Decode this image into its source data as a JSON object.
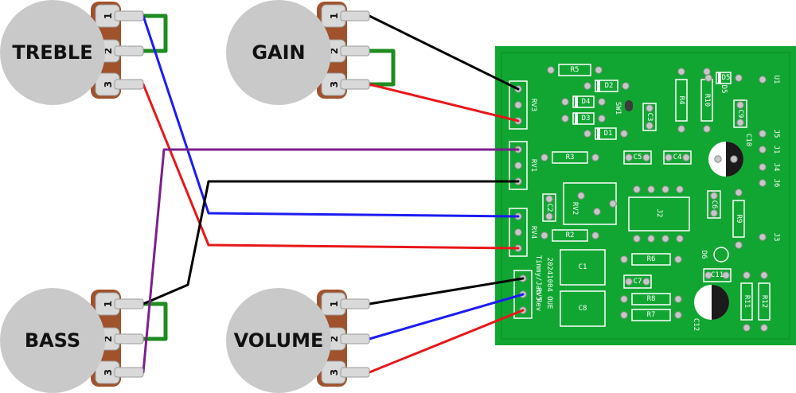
{
  "colors": {
    "pcb": "#11a632",
    "pcb_edge": "#0c8a27",
    "trace_white": "#ffffff",
    "pad": "#c7c7c7",
    "pot_body": "#c9c9c9",
    "pot_brown": "#a0522d",
    "lug": "#d9d9d9",
    "jumper": "#1e8c1e",
    "wire_black": "#000000",
    "wire_red": "#e8171a",
    "wire_blue": "#1c1cf2",
    "wire_purple": "#7b1f8c"
  },
  "pots": [
    {
      "id": "treble",
      "label": "TREBLE",
      "pins": [
        "1",
        "2",
        "3"
      ]
    },
    {
      "id": "gain",
      "label": "GAIN",
      "pins": [
        "1",
        "2",
        "3"
      ]
    },
    {
      "id": "bass",
      "label": "BASS",
      "pins": [
        "1",
        "2",
        "3"
      ]
    },
    {
      "id": "volume",
      "label": "VOLUME",
      "pins": [
        "1",
        "2",
        "3"
      ]
    }
  ],
  "pcb": {
    "connectors": [
      "RV3",
      "RV1",
      "RV4",
      "RV5"
    ],
    "resistors": [
      "R5",
      "R4",
      "R10",
      "R3",
      "R2",
      "R6",
      "R8",
      "R7",
      "R9",
      "R11",
      "R12"
    ],
    "capacitors": [
      "C3",
      "C9",
      "C10",
      "C5",
      "C4",
      "C2",
      "C6",
      "C1",
      "C7",
      "C8",
      "C11",
      "C12"
    ],
    "diodes": [
      "D2",
      "D4",
      "D3",
      "D1",
      "D5",
      "D6"
    ],
    "other_labels": [
      "SW1",
      "RV2",
      "U1",
      "J5",
      "J1",
      "J4",
      "J6",
      "J2",
      "J3"
    ],
    "credit_lines": [
      "Timmy/Jan Rev",
      "20241004 OUE"
    ]
  }
}
